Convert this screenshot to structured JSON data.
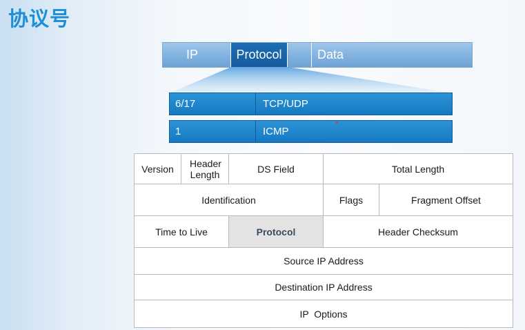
{
  "title": "协议号",
  "packet": {
    "ip": "IP",
    "protocol": "Protocol",
    "blank": "",
    "data": "Data"
  },
  "protocol_values": [
    {
      "number": "6/17",
      "name": "TCP/UDP"
    },
    {
      "number": "1",
      "name": "ICMP"
    }
  ],
  "header_fields": {
    "version": "Version",
    "header_length": "Header Length",
    "ds_field": "DS Field",
    "total_length": "Total Length",
    "identification": "Identification",
    "flags": "Flags",
    "fragment_offset": "Fragment Offset",
    "ttl": "Time to Live",
    "protocol": "Protocol",
    "header_checksum": "Header Checksum",
    "source_ip": "Source IP Address",
    "destination_ip": "Destination IP Address",
    "ip_options": "IP  Options"
  },
  "colors": {
    "title": "#1f8fd6",
    "packet_segment": "#7fb0df",
    "packet_highlight": "#165b9e",
    "value_row": "#1479c2",
    "table_highlight": "#e3e3e3"
  }
}
